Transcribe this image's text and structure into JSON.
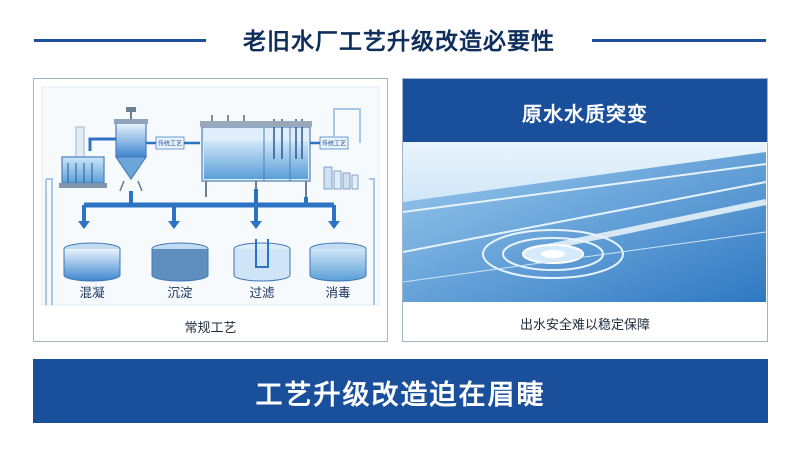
{
  "title": "老旧水厂工艺升级改造必要性",
  "left_panel": {
    "caption": "常规工艺",
    "tag_labels": [
      "传统工艺",
      "传统工艺"
    ],
    "stages": [
      "混凝",
      "沉淀",
      "过滤",
      "消毒"
    ]
  },
  "right_panel": {
    "header": "原水水质突变",
    "caption": "出水安全难以稳定保障"
  },
  "banner": "工艺升级改造迫在眉睫",
  "colors": {
    "navy": "#1a4f9c",
    "title": "#0f2e5c",
    "pipe": "#2d73c4",
    "water": "#7fbbe8"
  }
}
